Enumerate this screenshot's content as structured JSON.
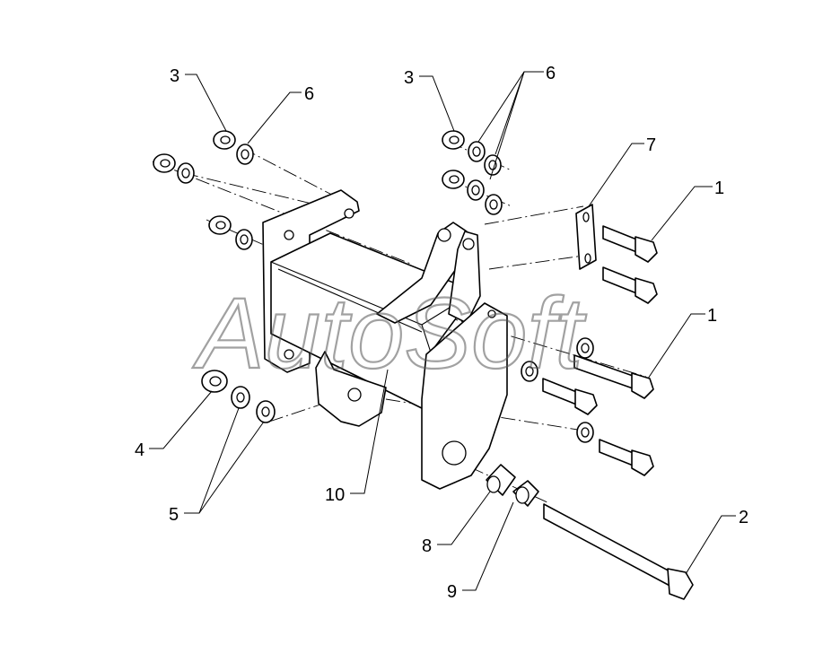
{
  "watermark": "AutoSoft",
  "callouts": [
    {
      "id": "c1",
      "label": "1"
    },
    {
      "id": "c1b",
      "label": "1"
    },
    {
      "id": "c2",
      "label": "2"
    },
    {
      "id": "c3",
      "label": "3"
    },
    {
      "id": "c3b",
      "label": "3"
    },
    {
      "id": "c4",
      "label": "4"
    },
    {
      "id": "c5",
      "label": "5"
    },
    {
      "id": "c6",
      "label": "6"
    },
    {
      "id": "c6b",
      "label": "6"
    },
    {
      "id": "c7",
      "label": "7"
    },
    {
      "id": "c8",
      "label": "8"
    },
    {
      "id": "c9",
      "label": "9"
    },
    {
      "id": "c10",
      "label": "10"
    }
  ]
}
